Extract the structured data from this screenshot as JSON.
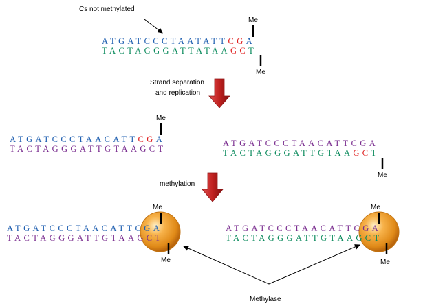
{
  "labels": {
    "cs_not_methylated": "Cs not methylated",
    "strand_separation_1": "Strand separation",
    "strand_separation_2": "and replication",
    "methylation": "methylation",
    "methylase": "Methylase",
    "me": "Me"
  },
  "colors": {
    "blue_strand": "#1f5fb0",
    "green_strand": "#0a8a5c",
    "purple_strand": "#7a2d8f",
    "methyl_cg": "#e02020",
    "arrow": "#b51d1d",
    "methylase_circle": "#f29622"
  },
  "sequences": {
    "top_parent": {
      "top": {
        "pre": "ATGATCCCTAATATT",
        "hl": "CG",
        "post": "A"
      },
      "bottom": {
        "pre": "TACTAGGGATTATAA",
        "hl": "GC",
        "post": "T"
      }
    },
    "mid_left": {
      "top": {
        "pre": "ATGATCCCTAACATT",
        "hl": "CG",
        "post": "A"
      },
      "bottom": "TACTAGGGATTGTAAGCT"
    },
    "mid_right": {
      "top": "ATGATCCCTAACATTCGA",
      "bottom": {
        "pre": "TACTAGGGATTGTAA",
        "hl": "GC",
        "post": "T"
      }
    },
    "bottom_left": {
      "top": "ATGATCCCTAACATTCGA",
      "bottom": "TACTAGGGATTGTAAGCT"
    },
    "bottom_right": {
      "top": "ATGATCCCTAACATTCGA",
      "bottom": "TACTAGGGATTGTAAGCT"
    }
  }
}
